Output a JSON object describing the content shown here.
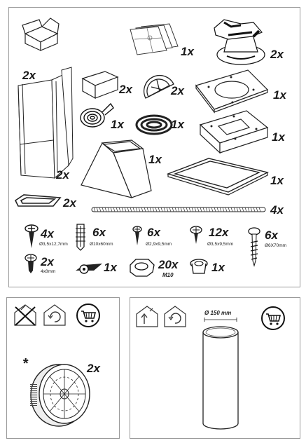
{
  "parts": [
    {
      "id": "box",
      "qty": ""
    },
    {
      "id": "template-sheets",
      "qty": "1x"
    },
    {
      "id": "air-outlet-flange",
      "qty": "2x"
    },
    {
      "id": "telescopic-chimney",
      "qty": "2x"
    },
    {
      "id": "bracket-block",
      "qty": "2x"
    },
    {
      "id": "half-disc-valve",
      "qty": "2x"
    },
    {
      "id": "round-plate",
      "qty": "1x"
    },
    {
      "id": "rolled-tape",
      "qty": "1x"
    },
    {
      "id": "gasket-coil",
      "qty": "1x"
    },
    {
      "id": "square-plate",
      "qty": "1x"
    },
    {
      "id": "chimney-adapter",
      "qty": "1x"
    },
    {
      "id": "frame-gasket",
      "qty": "1x"
    },
    {
      "id": "chimney-side-2x",
      "qty": "2x"
    },
    {
      "id": "small-gasket",
      "qty": "2x"
    },
    {
      "id": "threaded-rod",
      "qty": "4x"
    }
  ],
  "fixings": [
    {
      "id": "screw-3-5x12-7",
      "qty": "4x",
      "spec": "Ø3,5x12,7mm"
    },
    {
      "id": "wall-plug",
      "qty": "6x",
      "spec": "Ø10x60mm"
    },
    {
      "id": "screw-2-9x9-5",
      "qty": "6x",
      "spec": "Ø2,9x9,5mm"
    },
    {
      "id": "screw-3-5x9-5",
      "qty": "12x",
      "spec": "Ø3,5x9,5mm"
    },
    {
      "id": "lag-screw",
      "qty": "6x",
      "spec": "Ø6X70mm"
    },
    {
      "id": "screw-4x8",
      "qty": "2x",
      "spec": "4x8mm"
    },
    {
      "id": "toggle",
      "qty": "1x",
      "spec": ""
    },
    {
      "id": "nut-m10",
      "qty": "20x",
      "spec": "M10"
    },
    {
      "id": "cap",
      "qty": "1x",
      "spec": ""
    }
  ],
  "filter": {
    "qty": "2x",
    "asterisk": "*"
  },
  "tube": {
    "diameter": "Ø 150 mm"
  }
}
